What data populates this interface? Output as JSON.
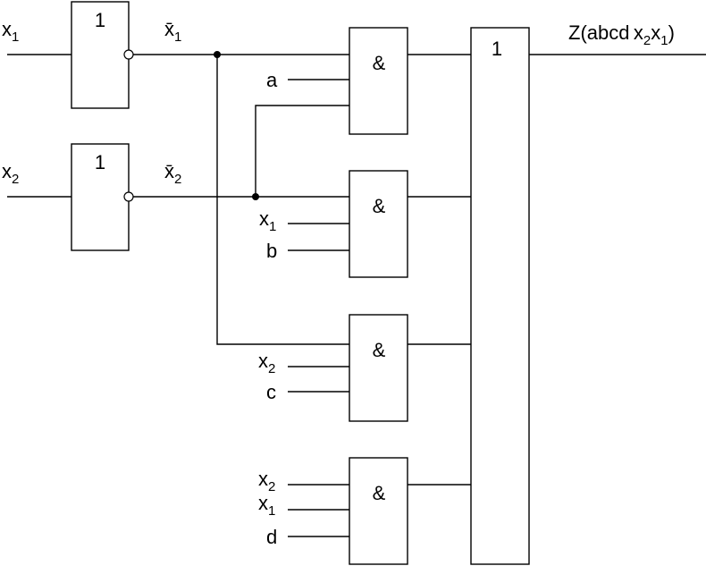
{
  "diagram": {
    "inputs": {
      "x1": {
        "base": "x",
        "sub": "1"
      },
      "x2": {
        "base": "x",
        "sub": "2"
      }
    },
    "not_outputs": {
      "x1_bar": {
        "base": "x̄",
        "sub": "1"
      },
      "x2_bar": {
        "base": "x̄",
        "sub": "2"
      }
    },
    "gate_symbols": {
      "or_symbol": "1",
      "and_symbol": "&"
    },
    "and_gate_inputs": {
      "gate1": {
        "a": "a"
      },
      "gate2": {
        "x1": {
          "base": "x",
          "sub": "1"
        },
        "b": "b"
      },
      "gate3": {
        "x2": {
          "base": "x",
          "sub": "2"
        },
        "c": "c"
      },
      "gate4": {
        "x2": {
          "base": "x",
          "sub": "2"
        },
        "x1": {
          "base": "x",
          "sub": "1"
        },
        "d": "d"
      }
    },
    "output": {
      "prefix": "Z(abcd x",
      "sub1": "2",
      "mid": "x",
      "sub2": "1",
      "suffix": ")"
    }
  }
}
